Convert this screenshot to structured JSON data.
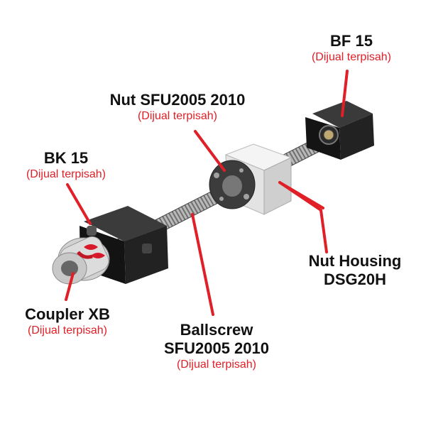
{
  "colors": {
    "label_text": "#111111",
    "note_text": "#e01f26",
    "callout_line": "#e01f26"
  },
  "labels": {
    "bf15": {
      "title": "BF 15",
      "note": "(Dijual terpisah)"
    },
    "nut": {
      "title": "Nut SFU2005 2010",
      "note": "(Dijual terpisah)"
    },
    "bk15": {
      "title": "BK 15",
      "note": "(Dijual terpisah)"
    },
    "housing": {
      "title_line1": "Nut Housing",
      "title_line2": "DSG20H"
    },
    "coupler": {
      "title": "Coupler XB",
      "note": "(Dijual terpisah)"
    },
    "ballscrew": {
      "title_line1": "Ballscrew",
      "title_line2": "SFU2005 2010",
      "note": "(Dijual terpisah)"
    }
  }
}
